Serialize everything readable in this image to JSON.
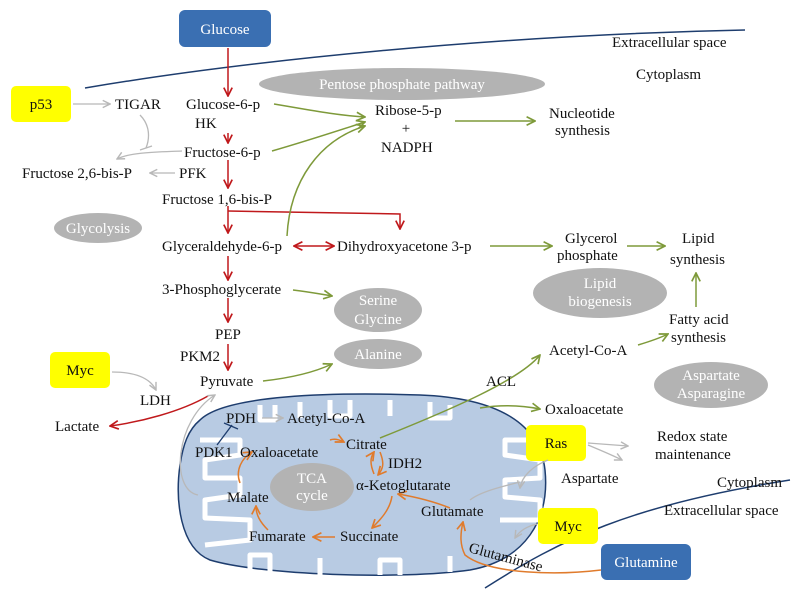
{
  "colors": {
    "glycolysis_arrow": "#c0191c",
    "ppp_arrow": "#7e9a3a",
    "tca_arrow": "#e07b2c",
    "regulation": "#b8b8b8",
    "blue_box": "#3a6fb2",
    "yellow_box": "#ffff00",
    "gray_ellipse": "#b3b3b3",
    "mito_fill": "#b8cbe3",
    "membrane": "#1e3d6e"
  },
  "compartments": {
    "extracellular_top": "Extracellular space",
    "cytoplasm_top": "Cytoplasm",
    "cytoplasm_bottom": "Cytoplasm",
    "extracellular_bottom": "Extracellular space"
  },
  "regulators": {
    "p53": "p53",
    "myc_left": "Myc",
    "ras": "Ras",
    "myc_right": "Myc"
  },
  "inputs": {
    "glucose": "Glucose",
    "glutamine": "Glutamine"
  },
  "pathways": {
    "ppp": "Pentose phosphate pathway",
    "glycolysis": "Glycolysis",
    "serine_l1": "Serine",
    "serine_l2": "Glycine",
    "alanine": "Alanine",
    "lipid_l1": "Lipid",
    "lipid_l2": "biogenesis",
    "asp_l1": "Aspartate",
    "asp_l2": "Asparagine",
    "tca_l1": "TCA",
    "tca_l2": "cycle"
  },
  "metabolites": {
    "tigar": "TIGAR",
    "g6p": "Glucose-6-p",
    "hk": "HK",
    "f6p": "Fructose-6-p",
    "f26bp": "Fructose 2,6-bis-P",
    "pfk": "PFK",
    "f16bp": "Fructose 1,6-bis-P",
    "r5p": "Ribose-5-p",
    "plus": "+",
    "nadph": "NADPH",
    "nucleotide_l1": "Nucleotide",
    "nucleotide_l2": "synthesis",
    "g3p": "Glyceraldehyde-6-p",
    "dhap": "Dihydroxyacetone 3-p",
    "glycerol_l1": "Glycerol",
    "glycerol_l2": "phosphate",
    "lipid_syn_l1": "Lipid",
    "lipid_syn_l2": "synthesis",
    "pg3": "3-Phosphoglycerate",
    "pep": "PEP",
    "pkm2": "PKM2",
    "pyruvate": "Pyruvate",
    "ldh": "LDH",
    "lactate": "Lactate",
    "acl": "ACL",
    "acetyl_coa_cyto": "Acetyl-Co-A",
    "fatty_l1": "Fatty acid",
    "fatty_l2": "synthesis",
    "oaa_cyto": "Oxaloacetate",
    "pdh": "PDH",
    "acetyl_coa_mito": "Acetyl-Co-A",
    "pdk1": "PDK1",
    "oaa_mito": "Oxaloacetate",
    "citrate": "Citrate",
    "idh2": "IDH2",
    "akg": "α-Ketoglutarate",
    "malate": "Malate",
    "fumarate": "Fumarate",
    "succinate": "Succinate",
    "glutamate": "Glutamate",
    "aspartate": "Aspartate",
    "redox_l1": "Redox state",
    "redox_l2": "maintenance",
    "glutaminase": "Glutaminase"
  }
}
